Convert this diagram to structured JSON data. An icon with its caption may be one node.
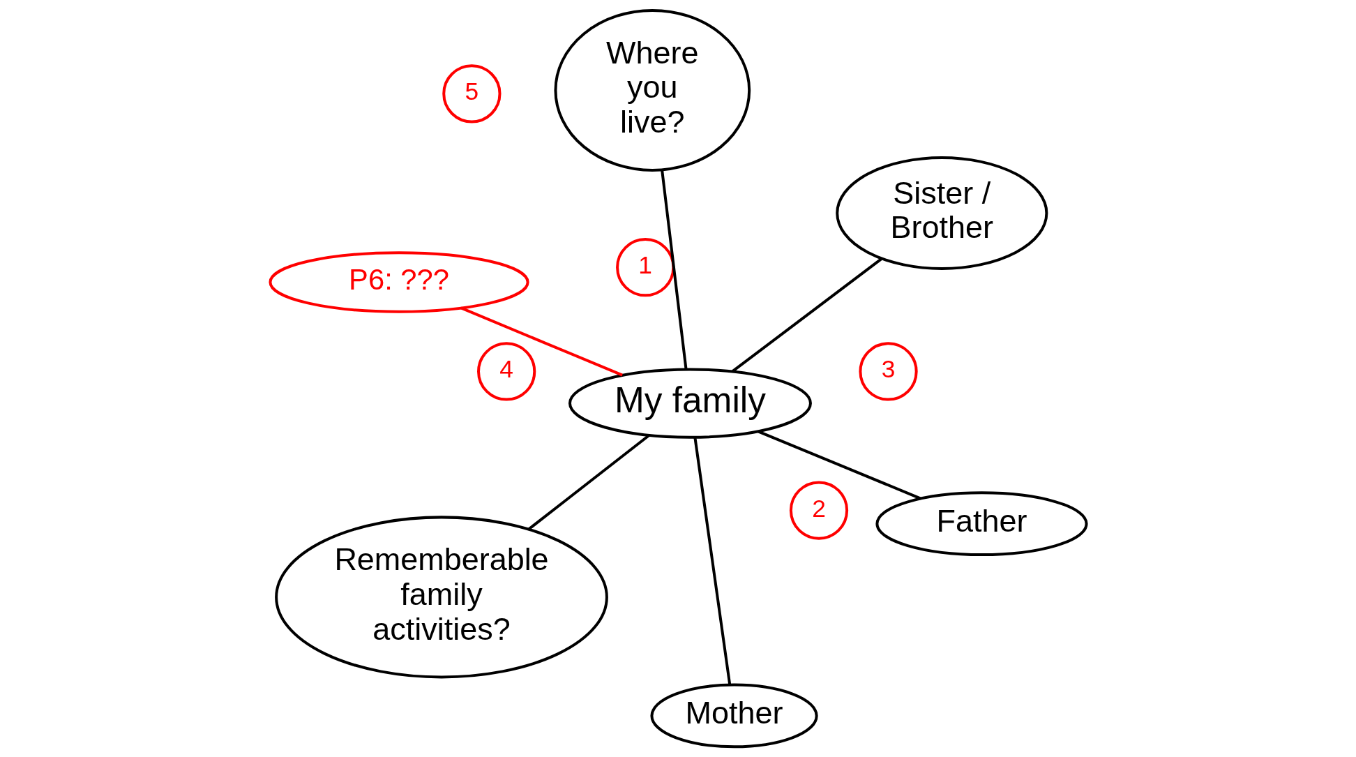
{
  "diagram": {
    "nodes": [
      {
        "text": [
          "P6: ???"
        ]
      },
      {
        "text": [
          "1"
        ]
      },
      {
        "text": [
          "2"
        ]
      },
      {
        "text": [
          "Father"
        ]
      },
      {
        "text": [
          "Mother"
        ]
      },
      {
        "text": [
          "My family"
        ]
      },
      {
        "text": [
          "3"
        ]
      },
      {
        "text": [
          "Sister / Brother"
        ]
      },
      {
        "text": [
          "4"
        ]
      },
      {
        "text": [
          "Where you live?"
        ]
      },
      {
        "text": [
          "5"
        ]
      },
      {
        "text": [
          "Rememberable family activities?"
        ]
      }
    ],
    "edges": [
      {
        "from": 5,
        "to": 0,
        "arrow": "none",
        "color": "#ff0000"
      },
      {
        "from": 5,
        "to": 4,
        "arrow": "none"
      },
      {
        "from": 5,
        "to": 3,
        "arrow": "none"
      },
      {
        "from": 5,
        "to": 7,
        "arrow": "none"
      },
      {
        "from": 5,
        "to": 9,
        "arrow": "none"
      },
      {
        "from": 5,
        "to": 11,
        "arrow": "none"
      }
    ]
  }
}
